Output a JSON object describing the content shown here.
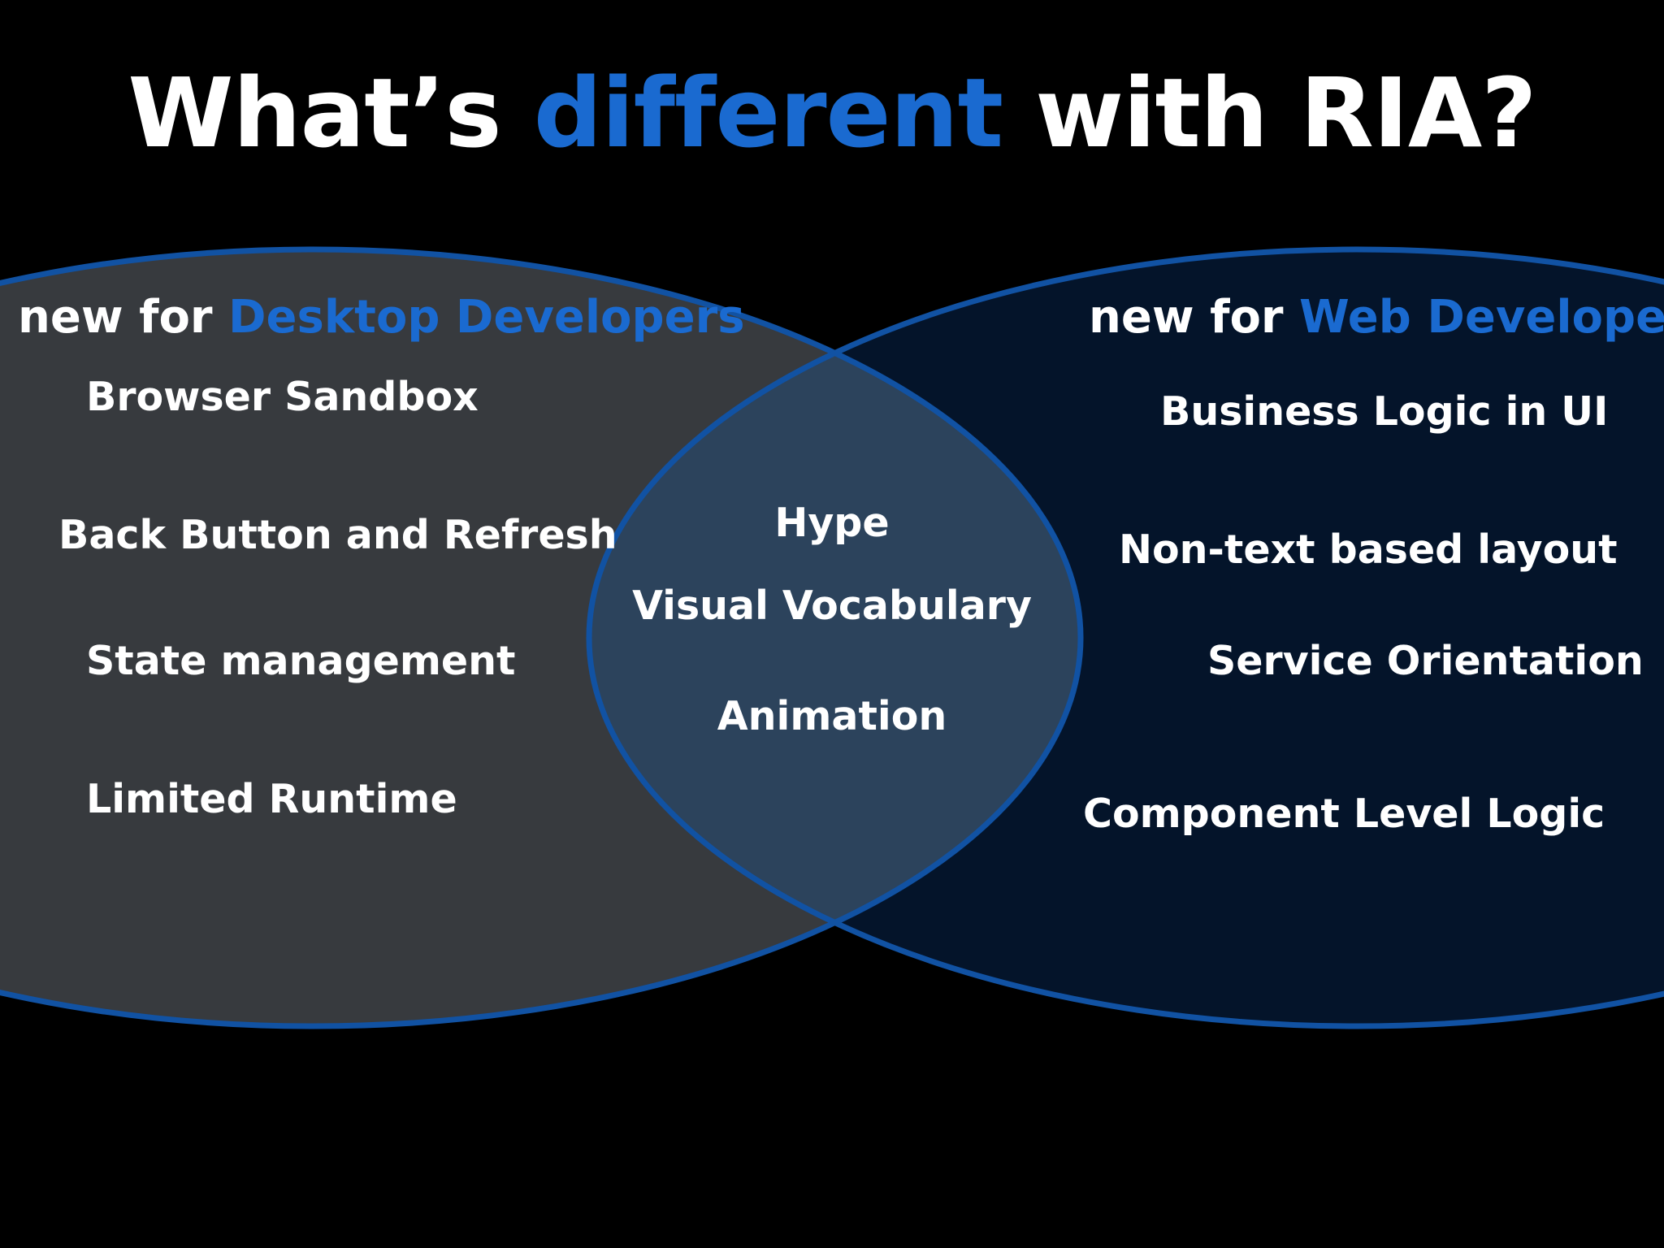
{
  "title": {
    "part1": "What’s ",
    "part2": "different",
    "part3": " with RIA?"
  },
  "left": {
    "prefix": "new for ",
    "highlight": "Desktop Developers",
    "items": [
      "Browser Sandbox",
      "Back Button and Refresh",
      "State management",
      "Limited Runtime"
    ]
  },
  "right": {
    "prefix": "new for ",
    "highlight": "Web Developer",
    "items": [
      "Business Logic in UI",
      "Non-text based layout",
      "Service Orientation",
      "Component Level Logic"
    ]
  },
  "overlap": {
    "items": [
      "Hype",
      "Visual Vocabulary",
      "Animation"
    ]
  },
  "colors": {
    "background": "#000000",
    "accent": "#1a6ad0",
    "left_fill": "#373a3e",
    "right_fill": "#04142a",
    "overlap_fill": "#2c435c",
    "outline": "#1152a3"
  }
}
